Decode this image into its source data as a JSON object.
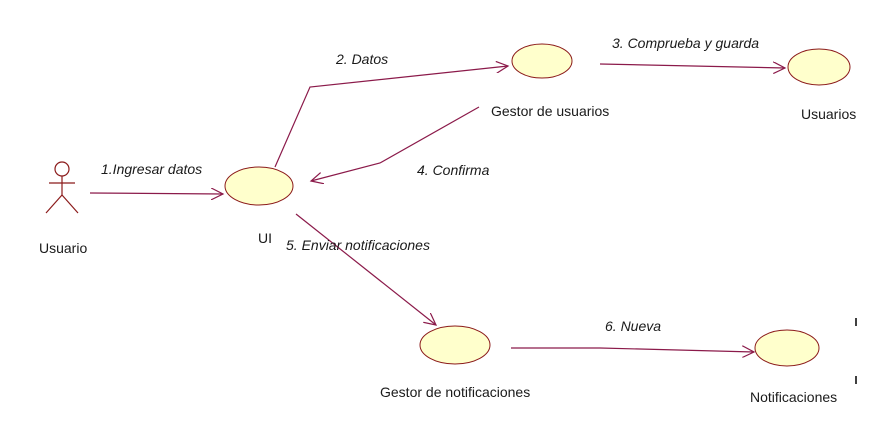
{
  "nodes": {
    "actor": "Usuario",
    "ui": "UI",
    "gestor_usuarios": "Gestor de usuarios",
    "usuarios": "Usuarios",
    "gestor_notificaciones": "Gestor de notificaciones",
    "notificaciones": "Notificaciones"
  },
  "messages": {
    "m1": "1.Ingresar datos",
    "m2": "2. Datos",
    "m3": "3. Comprueba y guarda",
    "m4": "4. Confirma",
    "m5": "5. Enviar notificaciones",
    "m6": "6. Nueva"
  },
  "colors": {
    "node_fill": "#ffffcc",
    "node_stroke": "#8b1a1a",
    "link": "#8b1a4a"
  }
}
